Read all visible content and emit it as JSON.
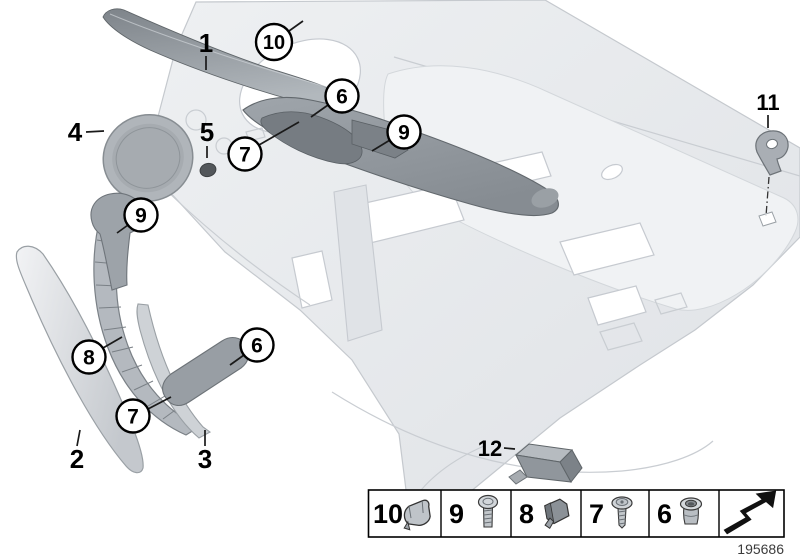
{
  "diagram": {
    "drawing_number": "195686",
    "colors": {
      "panel_gray": "#e9ebee",
      "bolster_gray": "#f0f2f4",
      "trim_dark_gray": "#8d9399",
      "part_gray": "#9aa0a6",
      "outline_black": "#1a1a1a"
    },
    "callouts": {
      "circled": [
        {
          "label": "10"
        },
        {
          "label": "6"
        },
        {
          "label": "7"
        },
        {
          "label": "9"
        },
        {
          "label": "9"
        },
        {
          "label": "8"
        },
        {
          "label": "6"
        },
        {
          "label": "7"
        }
      ],
      "plain": [
        {
          "label": "1"
        },
        {
          "label": "4"
        },
        {
          "label": "5"
        },
        {
          "label": "2"
        },
        {
          "label": "3"
        },
        {
          "label": "11"
        },
        {
          "label": "12"
        }
      ]
    },
    "legend": {
      "items": [
        {
          "label": "10",
          "icon": "spring-clip-icon"
        },
        {
          "label": "9",
          "icon": "pan-head-screw-icon"
        },
        {
          "label": "8",
          "icon": "expansion-clip-icon"
        },
        {
          "label": "7",
          "icon": "flange-screw-icon"
        },
        {
          "label": "6",
          "icon": "sleeve-nut-icon"
        },
        {
          "label": "",
          "icon": "continue-arrow-icon"
        }
      ]
    }
  }
}
